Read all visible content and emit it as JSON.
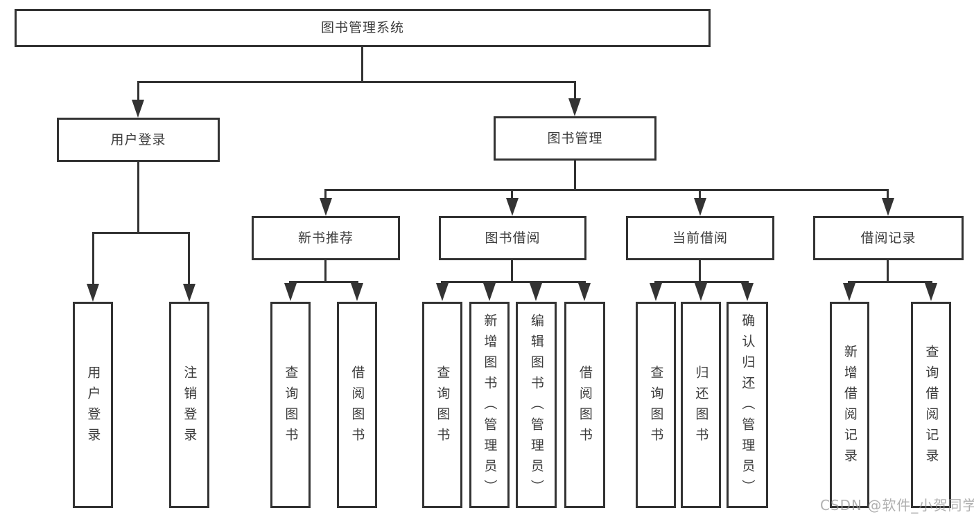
{
  "title": "图书管理系统",
  "watermark": "CSDN @软件_小贺同学",
  "colors": {
    "line": "#333333",
    "text": "#3c3c3c",
    "box_background": "#ffffff",
    "watermark": "#969696"
  },
  "nodes": {
    "user_login": {
      "label": "用户登录",
      "leaves": [
        "用户登录",
        "注销登录"
      ]
    },
    "book_mgmt": {
      "label": "图书管理"
    },
    "l3": [
      {
        "label": "新书推荐",
        "leaves": [
          "查询图书",
          "借阅图书"
        ]
      },
      {
        "label": "图书借阅",
        "leaves": [
          "查询图书",
          "新增图书（管理员）",
          "编辑图书（管理员）",
          "借阅图书"
        ]
      },
      {
        "label": "当前借阅",
        "leaves": [
          "查询图书",
          "归还图书",
          "确认归还（管理员）"
        ]
      },
      {
        "label": "借阅记录",
        "leaves": [
          "新增借阅记录",
          "查询借阅记录"
        ]
      }
    ]
  }
}
